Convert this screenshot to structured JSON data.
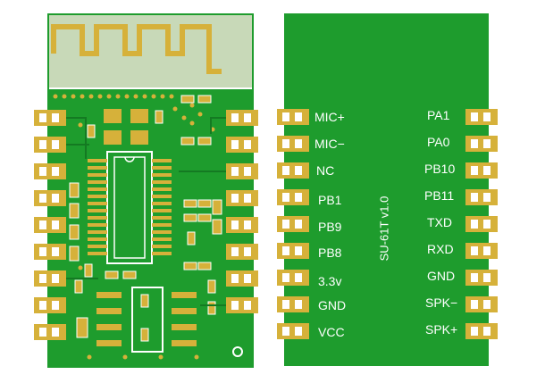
{
  "image": {
    "description_free": true
  },
  "colors": {
    "pcb_green": "#1e9c2d",
    "pcb_dark_green": "#147a22",
    "antenna_zone": "#c8d9b8",
    "pad_gold": "#d6b13a",
    "silkscreen": "#ffffff"
  },
  "back_board": {
    "module_name": "SU-61T v1.0",
    "left_pins": [
      "MIC+",
      "MIC−",
      "NC",
      "PB1",
      "PB9",
      "PB8",
      "3.3v",
      "GND",
      "VCC"
    ],
    "right_pins": [
      "PA1",
      "PA0",
      "PB10",
      "PB11",
      "TXD",
      "RXD",
      "GND",
      "SPK−",
      "SPK+"
    ]
  }
}
